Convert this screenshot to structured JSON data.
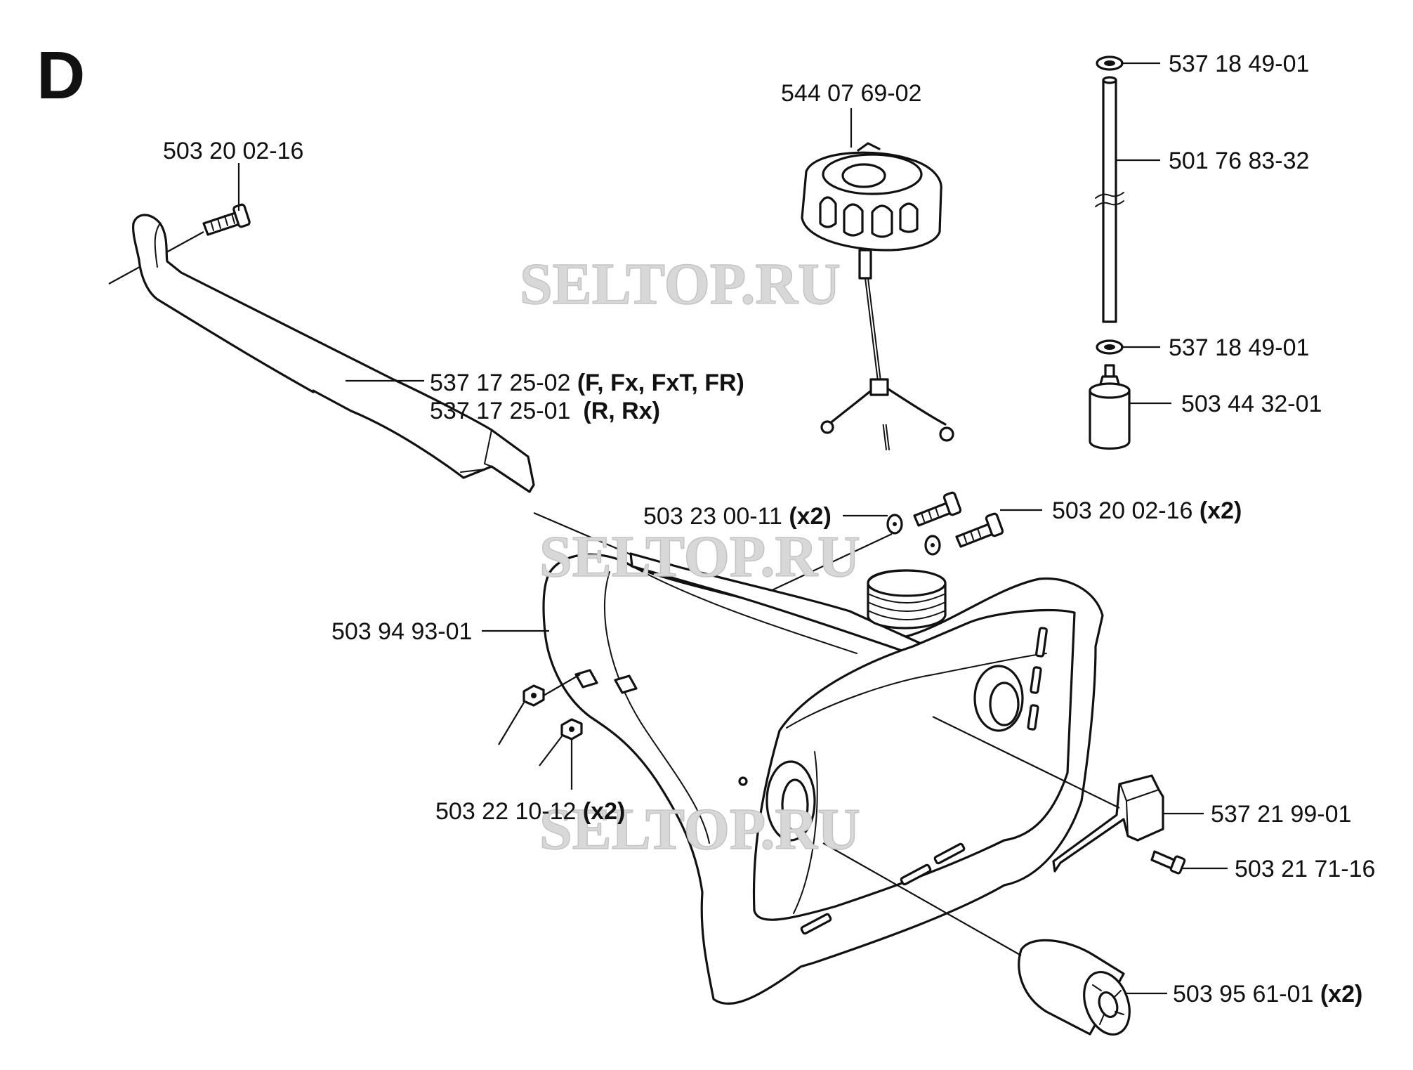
{
  "section_letter": "D",
  "watermark": "SELTOP.RU",
  "labels": {
    "bolt_top": "503 20 02-16",
    "tube_f": "537 17 25-02",
    "tube_f_variants": "(F, Fx, FxT, FR)",
    "tube_r": "537 17 25-01",
    "tube_r_variants": "(R, Rx)",
    "fuel_cap": "544 07 69-02",
    "oring_top": "537 18 49-01",
    "fuel_hose": "501 76 83-32",
    "oring_bottom": "537 18 49-01",
    "fuel_filter": "503 44 32-01",
    "screw_washer": "503 23 00-11",
    "screw_washer_qty": "(x2)",
    "bolt_pair": "503 20 02-16",
    "bolt_pair_qty": "(x2)",
    "fuel_tank": "503 94 93-01",
    "nut": "503 22 10-12",
    "nut_qty": "(x2)",
    "bracket": "537 21 99-01",
    "bracket_screw": "503 21 71-16",
    "damper": "503 95 61-01",
    "damper_qty": "(x2)"
  }
}
